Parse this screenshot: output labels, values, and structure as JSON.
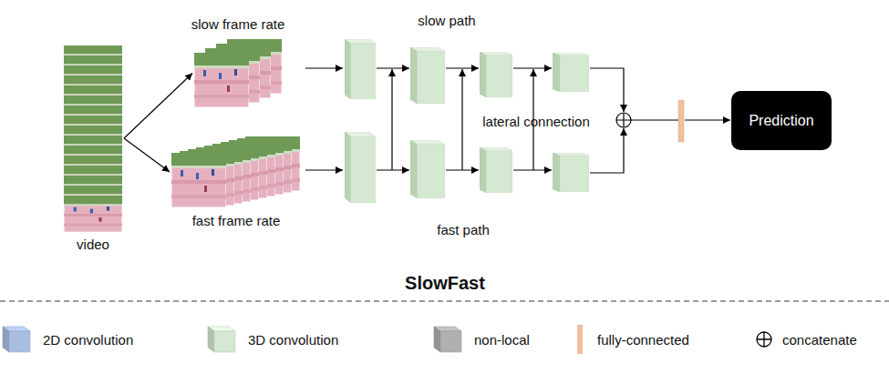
{
  "diagram": {
    "title": "SlowFast",
    "nodes": [
      {
        "text": [
          "video"
        ]
      },
      {
        "text": [
          "slow frame rate"
        ]
      },
      {
        "text": [
          "fast frame rate"
        ]
      },
      {
        "text": [
          "Prediction"
        ]
      }
    ],
    "edges": [
      {
        "from": 0,
        "to": 1,
        "arrow": "to"
      },
      {
        "from": 0,
        "to": 2,
        "arrow": "to"
      }
    ],
    "labels": [
      "slow path",
      "lateral connection",
      "fast path"
    ],
    "legend": [
      {
        "text": "2D convolution",
        "color": "#a9bde3"
      },
      {
        "text": "3D convolution",
        "color": "#d5e8d1"
      },
      {
        "text": "non-local",
        "color": "#b0b0b0"
      },
      {
        "text": "fully-connected",
        "color": "#efbf9f"
      },
      {
        "text": "concatenate"
      }
    ]
  }
}
